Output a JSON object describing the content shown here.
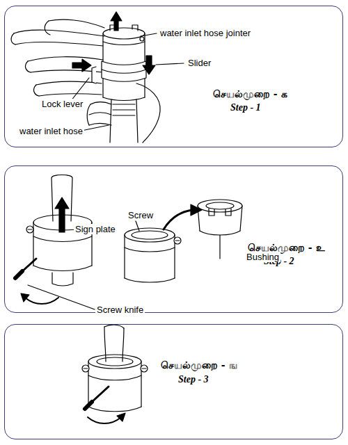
{
  "diagram": {
    "nodes": [
      {
        "text": [
          "செயல்முறை - க",
          "Step - 1"
        ]
      },
      {
        "text": [
          "செயல்முறை - உ",
          "Step - 2"
        ]
      },
      {
        "text": [
          "செயல்முறை - ங",
          "Step - 3"
        ]
      }
    ],
    "labels": [
      "water inlet hose jointer",
      "Slider",
      "Lock lever",
      "water inlet hose",
      "Screw",
      "Sign plate",
      "Bushing",
      "Screw knife"
    ]
  }
}
